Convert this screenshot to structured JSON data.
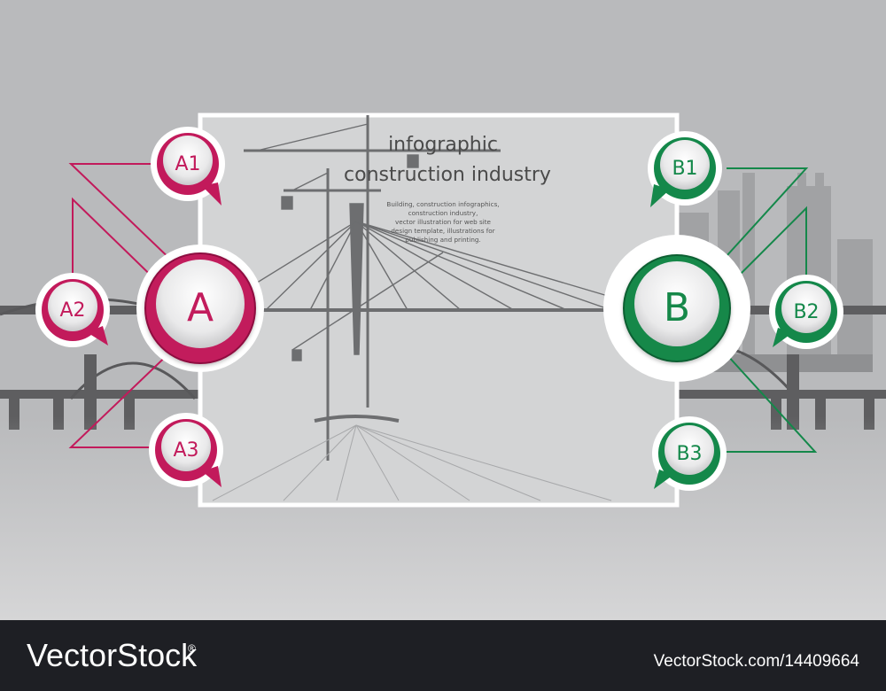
{
  "title": {
    "line1": "infographic",
    "line2": "construction industry"
  },
  "description": [
    "Building, construction infographics,",
    "construction industry,",
    "vector illustration for web site",
    "design template, illustrations for",
    "publishing and printing."
  ],
  "groups": {
    "a": {
      "main": "A",
      "items": [
        "A1",
        "A2",
        "A3"
      ],
      "color": "#c21a5b",
      "color_dark": "#8e0f40"
    },
    "b": {
      "main": "B",
      "items": [
        "B1",
        "B2",
        "B3"
      ],
      "color": "#14884a",
      "color_dark": "#0b5e31"
    }
  },
  "watermark": {
    "brand": "VectorStock",
    "brand_mark": "®",
    "url": "VectorStock.com/14409664"
  },
  "colors": {
    "background": "#b9babc",
    "footer": "#1e1f24",
    "panel_border": "#ffffff",
    "silhouette": "#58585a"
  }
}
